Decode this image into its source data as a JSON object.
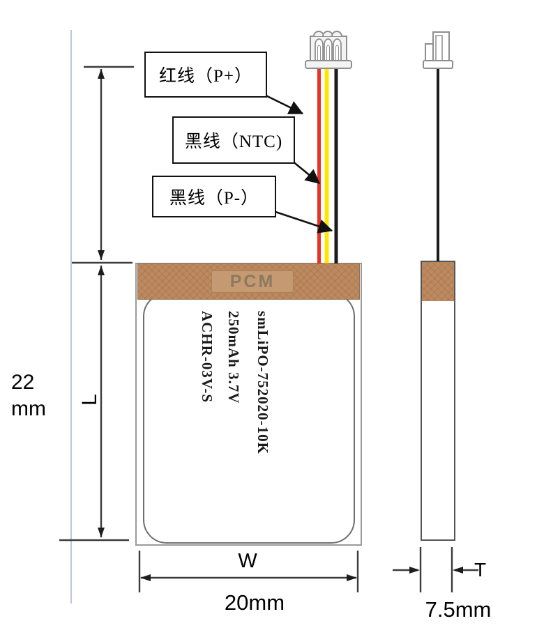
{
  "callouts": {
    "red_wire": "红线（P+）",
    "ntc_wire": "黑线（NTC)",
    "black_wire": "黑线（P-）"
  },
  "battery": {
    "pcm_label": "PCM",
    "print_lines": [
      "smLiPO-752020-10K",
      "250mAh 3.7V",
      "ACHR-03V-S"
    ]
  },
  "dimensions": {
    "length_value": "22",
    "length_unit": "mm",
    "length_symbol": "L",
    "width_symbol": "W",
    "width_value": "20mm",
    "thickness_symbol": "T",
    "thickness_value": "7.5mm"
  },
  "colors": {
    "pcm_tan": "#bd8a60",
    "wire_red": "#e63229",
    "wire_yellow": "#ffe600",
    "wire_black": "#1c1c1c",
    "callout_border": "#111111",
    "dimension_line": "#3c3c3c",
    "connector_gray": "#8e8e8e"
  }
}
